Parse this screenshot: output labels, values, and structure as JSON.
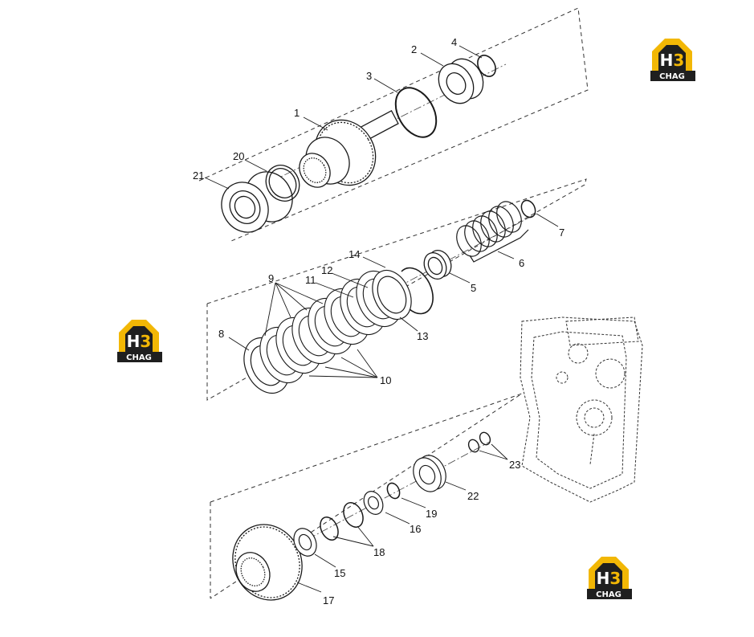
{
  "callouts": {
    "c1": "1",
    "c2": "2",
    "c3": "3",
    "c4": "4",
    "c5": "5",
    "c6": "6",
    "c7": "7",
    "c8": "8",
    "c9": "9",
    "c10": "10",
    "c11": "11",
    "c12": "12",
    "c13": "13",
    "c14": "14",
    "c15": "15",
    "c16": "16",
    "c17": "17",
    "c18": "18",
    "c19": "19",
    "c20": "20",
    "c21": "21",
    "c22": "22",
    "c23": "23"
  },
  "logo": {
    "mark": "H3",
    "text": "CHAG",
    "colors": {
      "yellow": "#f2b705",
      "dark": "#1f1f1f"
    }
  },
  "colors": {
    "line": "#1a1a1a",
    "dash": "#333333"
  }
}
